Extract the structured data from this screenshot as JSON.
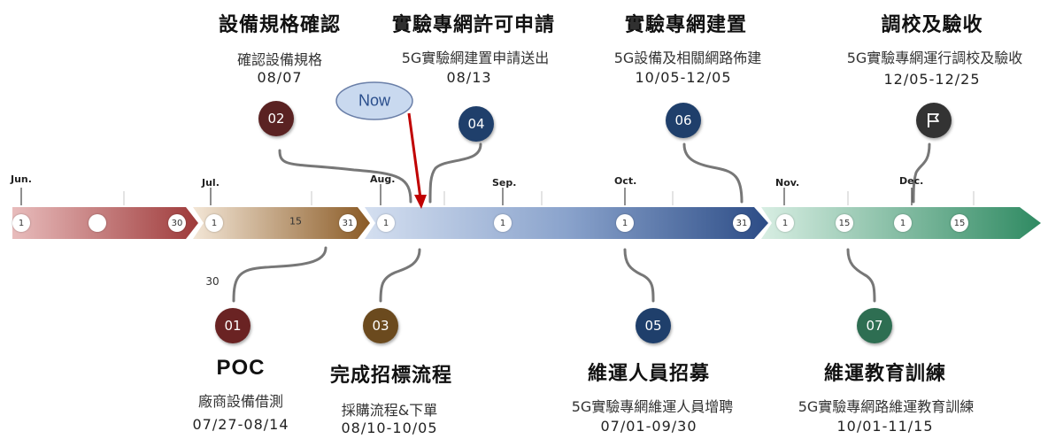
{
  "months": [
    "Jun.",
    "Jul.",
    "Aug.",
    "Sep.",
    "Oct.",
    "Nov.",
    "Dec."
  ],
  "day_labels": {
    "d1": "1",
    "d30": "30",
    "d1b": "1",
    "d15": "15",
    "d31": "31",
    "d1c": "1",
    "d1d": "1",
    "d1e": "1",
    "d31b": "31",
    "d1f": "1",
    "d15b": "15",
    "d1g": "1",
    "d15c": "15",
    "side30": "30"
  },
  "now_label": "Now",
  "milestones_top": [
    {
      "num": "02",
      "title": "設備規格確認",
      "subtitle": "確認設備規格",
      "date": "08/07",
      "color": "#5a2222"
    },
    {
      "num": "04",
      "title": "實驗專網許可申請",
      "subtitle": "5G實驗網建置申請送出",
      "date": "08/13",
      "color": "#1f3f6b"
    },
    {
      "num": "06",
      "title": "實驗專網建置",
      "subtitle": "5G設備及相關網路佈建",
      "date": "10/05-12/05",
      "color": "#1f3f6b"
    },
    {
      "num": "flag-icon",
      "title": "調校及驗收",
      "subtitle": "5G實驗專網運行調校及驗收",
      "date": "12/05-12/25",
      "color": "#333333"
    }
  ],
  "milestones_bottom": [
    {
      "num": "01",
      "title": "POC",
      "subtitle": "廠商設備借測",
      "date": "07/27-08/14",
      "color": "#6a2323"
    },
    {
      "num": "03",
      "title": "完成招標流程",
      "subtitle": "採購流程&下單",
      "date": "08/10-10/05",
      "color": "#6b4a1e"
    },
    {
      "num": "05",
      "title": "維運人員招募",
      "subtitle": "5G實驗專網維運人員增聘",
      "date": "07/01-09/30",
      "color": "#1f3f6b"
    },
    {
      "num": "07",
      "title": "維運教育訓練",
      "subtitle": "5G實驗專網路維運教育訓練",
      "date": "10/01-11/15",
      "color": "#2e6e52"
    }
  ]
}
